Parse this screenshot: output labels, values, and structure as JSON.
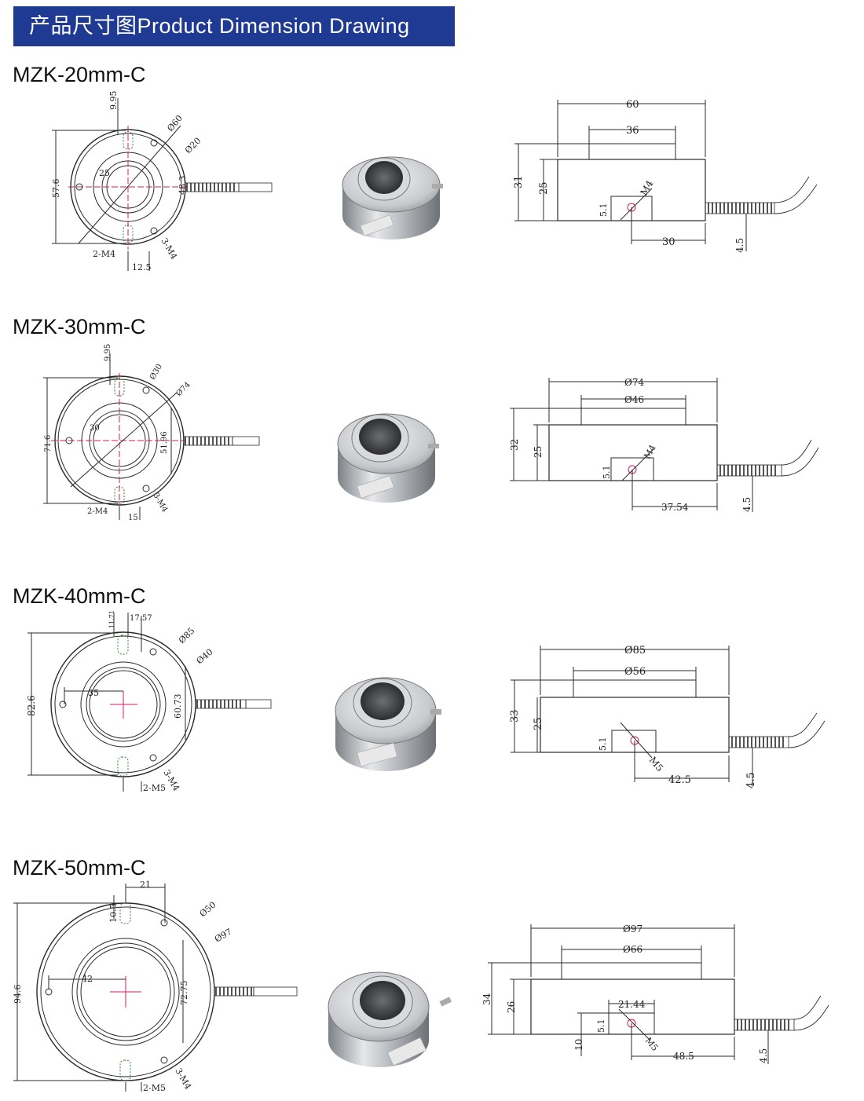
{
  "header": {
    "title": "产品尺寸图Product Dimension Drawing"
  },
  "colors": {
    "banner": "#1f3a93",
    "line": "#2a2a2a",
    "center_mark": "#d81b60",
    "thread": "#2e7d32"
  },
  "sections": [
    {
      "model": "MZK-20mm-C",
      "front": {
        "outer_dia": "Ø60",
        "inner_dia": "Ø20",
        "height": "57.6",
        "top_offset": "9.95",
        "bore": "25",
        "side_dim": "48.3",
        "bottom_offset": "12.5",
        "hole_label_a": "2-M4",
        "hole_label_b": "3-M4"
      },
      "side": {
        "top_width": "60",
        "boss_width": "36",
        "total_height": "31",
        "body_height": "25",
        "port_thread": "M4",
        "port_height": "5.1",
        "port_offset": "30",
        "cable_offset": "4.5"
      }
    },
    {
      "model": "MZK-30mm-C",
      "front": {
        "outer_dia": "Ø74",
        "inner_dia": "Ø30",
        "height": "71.6",
        "top_offset": "9.95",
        "bore": "30",
        "side_dim": "51.96",
        "bottom_offset": "15",
        "hole_label_a": "2-M4",
        "hole_label_b": "3-M4"
      },
      "side": {
        "top_width": "Ø74",
        "boss_width": "Ø46",
        "total_height": "32",
        "body_height": "25",
        "port_thread": "M4",
        "port_height": "5.1",
        "port_offset": "37.54",
        "cable_offset": "4.5"
      }
    },
    {
      "model": "MZK-40mm-C",
      "front": {
        "outer_dia": "Ø85",
        "inner_dia": "Ø40",
        "height": "82.6",
        "top_offset": "11.71",
        "bore": "35",
        "side_dim": "60.73",
        "bottom_offset": "17.57",
        "hole_label_a": "2-M5",
        "hole_label_b": "3-M4"
      },
      "side": {
        "top_width": "Ø85",
        "boss_width": "Ø56",
        "total_height": "33",
        "body_height": "25",
        "port_thread": "M5",
        "port_height": "5.1",
        "port_offset": "42.5",
        "cable_offset": "4.5"
      }
    },
    {
      "model": "MZK-50mm-C",
      "front": {
        "outer_dia": "Ø97",
        "inner_dia": "Ø50",
        "height": "94.6",
        "top_offset": "10.5",
        "bore": "42",
        "side_dim": "72.75",
        "bottom_offset": "21",
        "hole_label_a": "2-M5",
        "hole_label_b": "3-M4"
      },
      "side": {
        "top_width": "Ø97",
        "boss_width": "Ø66",
        "total_height": "34",
        "body_height": "26",
        "port_thread": "M5",
        "port_height": "5.1",
        "port_offset": "48.5",
        "cable_offset": "4.5",
        "port_width": "21.44",
        "port_low": "10"
      }
    }
  ]
}
